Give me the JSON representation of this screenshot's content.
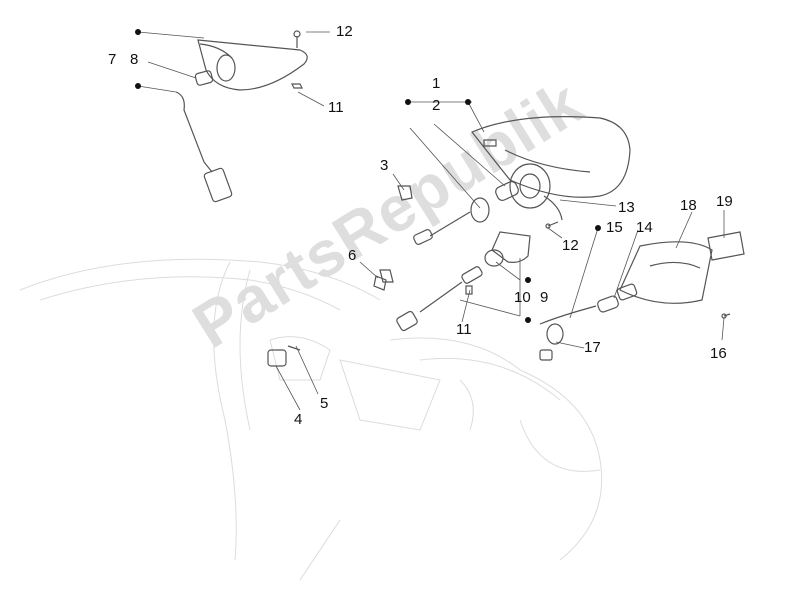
{
  "watermark": "PartsRepublik",
  "callouts": [
    "1",
    "2",
    "3",
    "4",
    "5",
    "6",
    "7",
    "8",
    "9",
    "10",
    "11",
    "11",
    "12",
    "12",
    "13",
    "14",
    "15",
    "16",
    "17",
    "18",
    "19"
  ]
}
